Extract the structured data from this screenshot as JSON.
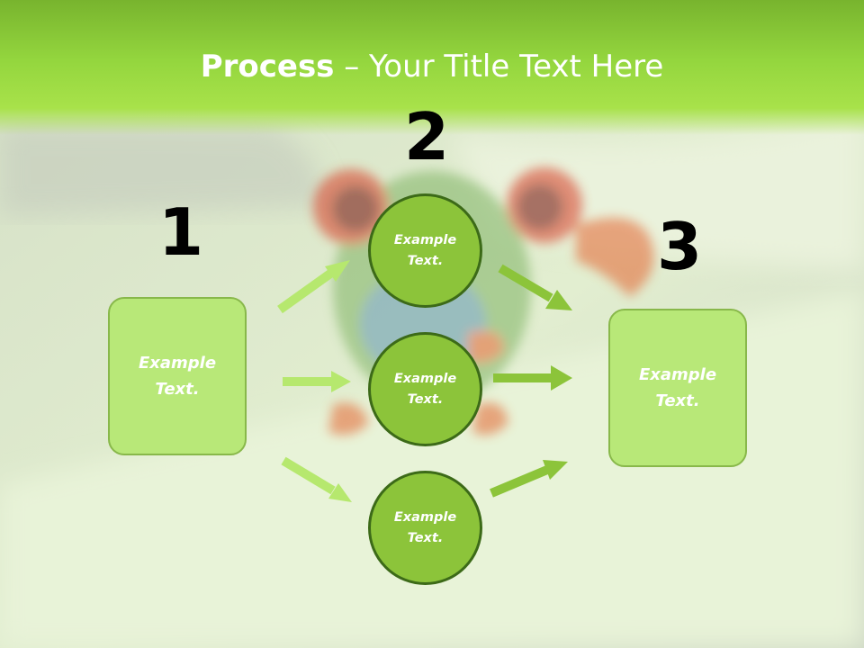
{
  "title": {
    "bold": "Process",
    "rest": " – Your Title Text Here"
  },
  "steps": [
    {
      "number": "1",
      "text": "Example\nText."
    },
    {
      "number": "2",
      "items": [
        "Example\nText.",
        "Example\nText.",
        "Example\nText."
      ]
    },
    {
      "number": "3",
      "text": "Example\nText."
    }
  ],
  "colors": {
    "header": "#94d63e",
    "box_fill": "#b8e878",
    "circle_fill": "#8cc43a",
    "circle_border": "#3c6a18",
    "arrow_left": "#b6e86e",
    "arrow_right": "#8cc43a"
  },
  "background_image": "red-eyed-tree-frog"
}
